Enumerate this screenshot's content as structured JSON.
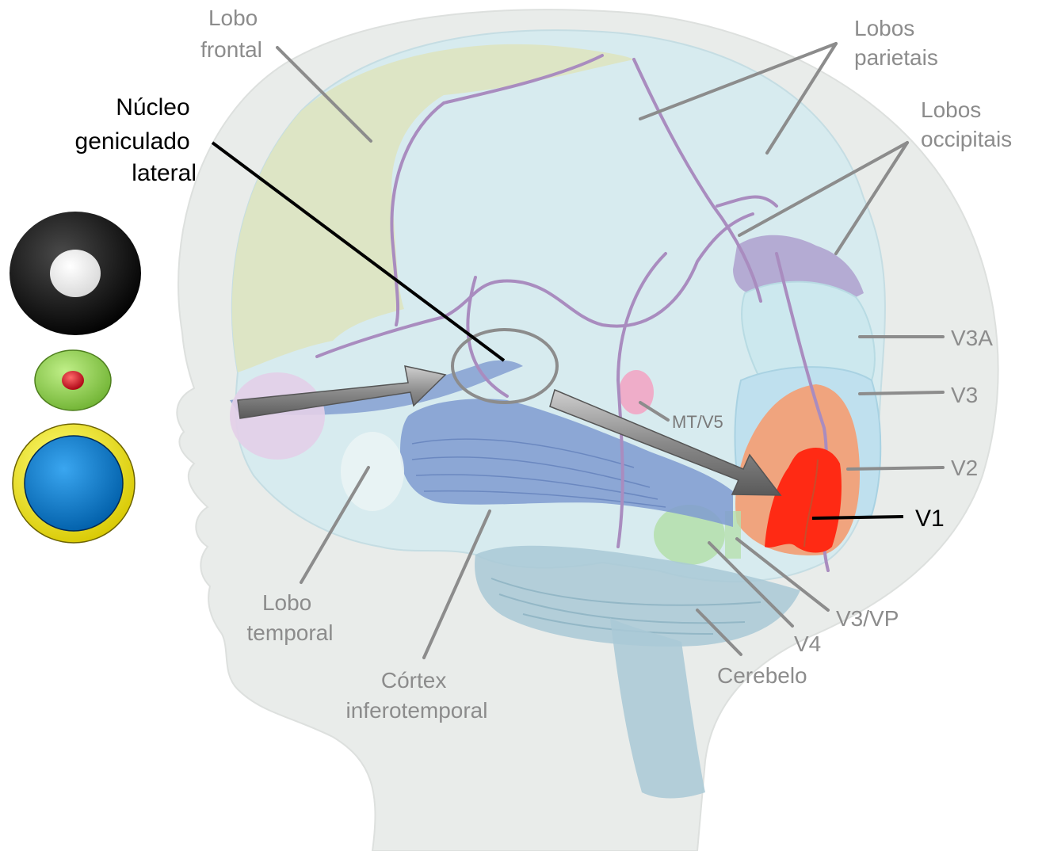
{
  "labels": {
    "lobo_frontal": [
      "Lobo",
      "frontal"
    ],
    "lobos_parietais": [
      "Lobos",
      "parietais"
    ],
    "lobos_occipitais": [
      "Lobos",
      "occipitais"
    ],
    "nucleo": [
      "Núcleo",
      "geniculado",
      "lateral"
    ],
    "v3a": "V3A",
    "v3": "V3",
    "v2": "V2",
    "v1": "V1",
    "mt_v5": "MT/V5",
    "v3_vp": "V3/VP",
    "v4": "V4",
    "cerebelo": "Cerebelo",
    "lobo_temporal": [
      "Lobo",
      "temporal"
    ],
    "cortex_inferotemporal": [
      "Córtex",
      "inferotemporal"
    ]
  },
  "colors": {
    "head": "#e9ecea",
    "brain": "#d7ebef",
    "frontal": "#dde5c2",
    "sulcus": "#a98cbf",
    "optic_tract": "#7f9bd0",
    "v1": "#ff2a14",
    "v2": "#f0a47e",
    "v3": "#bfe0ee",
    "v3a": "#cce8ee",
    "occipital_top": "#ab9bcc",
    "v4": "#b6e0ae",
    "mt": "#f2a6c4",
    "cerebellum": "#a9c9d6",
    "eye_purple": "#e3cfe8",
    "arrow": "#8c8c8c"
  },
  "stimuli": [
    {
      "name": "off-center-receptive-field",
      "outer": "#000000",
      "inner": "#ffffff"
    },
    {
      "name": "on-center-receptive-field",
      "outer": "#8fd14a",
      "inner": "#d2001a"
    },
    {
      "name": "color-opponent-receptive-field",
      "outer": "#f5f000",
      "inner": "#0a78c8"
    }
  ]
}
